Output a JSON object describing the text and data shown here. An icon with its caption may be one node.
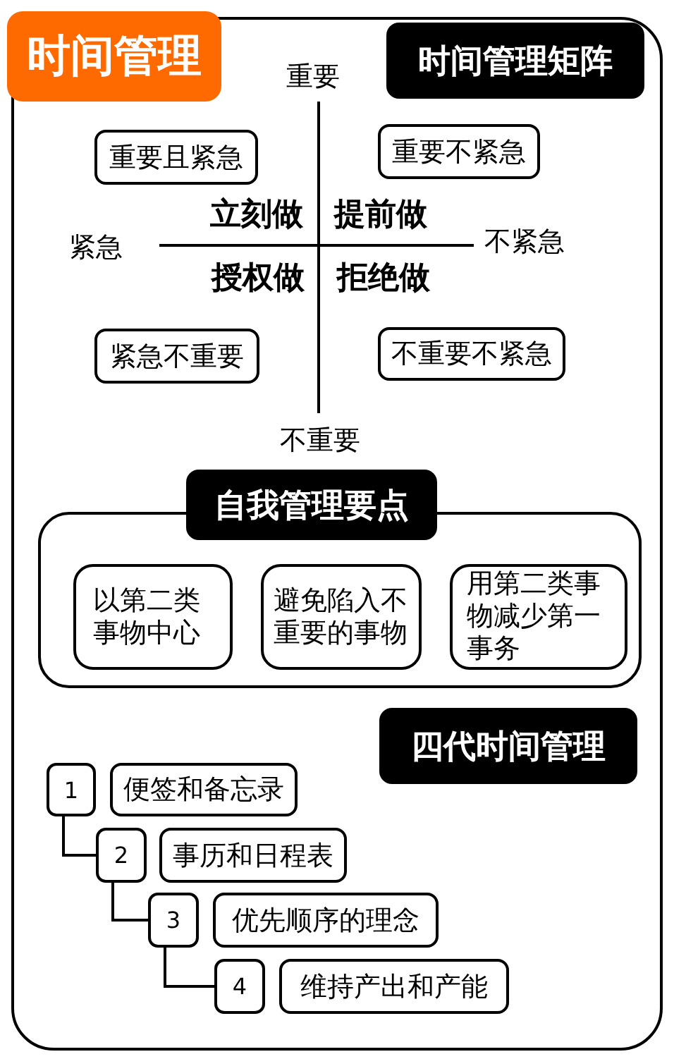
{
  "diagram": {
    "title": "时间管理",
    "nodes": [
      {
        "text": [
          "时间管理矩阵"
        ]
      },
      {
        "text": [
          "重要且紧急"
        ]
      },
      {
        "text": [
          "重要不紧急"
        ]
      },
      {
        "text": [
          "紧急不重要"
        ]
      },
      {
        "text": [
          "不重要不紧急"
        ]
      },
      {
        "text": [
          "自我管理要点"
        ]
      },
      {
        "text": [],
        "shape": "box"
      },
      {
        "text": [
          "以第二类事物中心"
        ],
        "in": 6
      },
      {
        "text": [
          "避免陷入不重要的事物"
        ],
        "in": 6
      },
      {
        "text": [
          "用第二类事物减少第一事务"
        ],
        "in": 6
      },
      {
        "text": [
          "四代时间管理"
        ]
      },
      {
        "text": [
          "1"
        ]
      },
      {
        "text": [
          "便签和备忘录"
        ]
      },
      {
        "text": [
          "2"
        ]
      },
      {
        "text": [
          "事历和日程表"
        ]
      },
      {
        "text": [
          "3"
        ]
      },
      {
        "text": [
          "优先顺序的理念"
        ]
      },
      {
        "text": [
          "4"
        ]
      },
      {
        "text": [
          "维持产出和产能"
        ]
      }
    ],
    "edges": [
      {
        "from": 11,
        "to": 13,
        "arrow": "none"
      },
      {
        "from": 13,
        "to": 15,
        "arrow": "none"
      },
      {
        "from": 15,
        "to": 17,
        "arrow": "none"
      }
    ],
    "labels": [
      "重要",
      "立刻做",
      "提前做",
      "紧急",
      "不紧急",
      "授权做",
      "拒绝做",
      "不重要"
    ]
  }
}
